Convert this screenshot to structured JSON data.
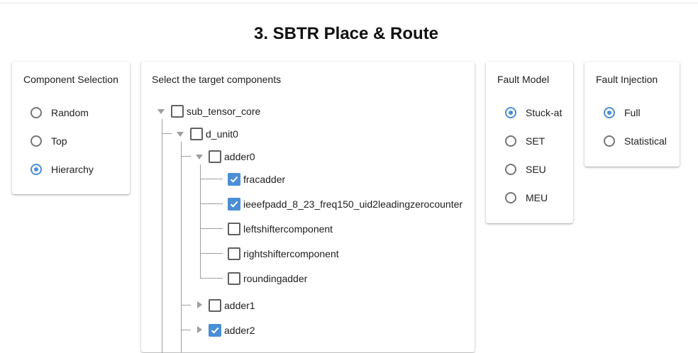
{
  "page": {
    "title": "3. SBTR Place & Route"
  },
  "component_selection": {
    "title": "Component Selection",
    "options": [
      {
        "label": "Random",
        "checked": false
      },
      {
        "label": "Top",
        "checked": false
      },
      {
        "label": "Hierarchy",
        "checked": true
      }
    ]
  },
  "targets": {
    "title": "Select the target components",
    "nodes": [
      {
        "label": "sub_tensor_core",
        "checked": false,
        "expanded": true
      },
      {
        "label": "d_unit0",
        "checked": false,
        "expanded": true
      },
      {
        "label": "adder0",
        "checked": false,
        "expanded": true
      },
      {
        "label": "fracadder",
        "checked": true
      },
      {
        "label": "ieeefpadd_8_23_freq150_uid2leadingzerocounter",
        "checked": true
      },
      {
        "label": "leftshiftercomponent",
        "checked": false
      },
      {
        "label": "rightshiftercomponent",
        "checked": false
      },
      {
        "label": "roundingadder",
        "checked": false
      },
      {
        "label": "adder1",
        "checked": false,
        "expanded": false
      },
      {
        "label": "adder2",
        "checked": true,
        "expanded": false
      }
    ]
  },
  "fault_model": {
    "title": "Fault Model",
    "options": [
      {
        "label": "Stuck-at",
        "checked": true
      },
      {
        "label": "SET",
        "checked": false
      },
      {
        "label": "SEU",
        "checked": false
      },
      {
        "label": "MEU",
        "checked": false
      }
    ]
  },
  "fault_injection": {
    "title": "Fault Injection",
    "options": [
      {
        "label": "Full",
        "checked": true
      },
      {
        "label": "Statistical",
        "checked": false
      }
    ]
  },
  "colors": {
    "accent": "#4a8fd6",
    "tree_line": "#9e9e9e",
    "title": "#111111"
  }
}
